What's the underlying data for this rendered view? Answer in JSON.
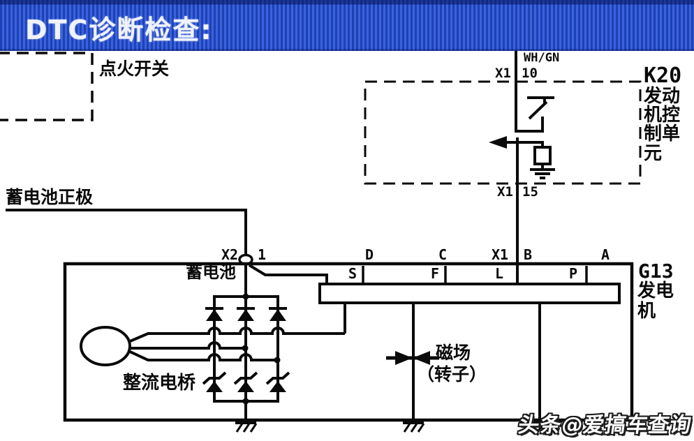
{
  "banner": {
    "title": "DTC诊断检查:",
    "stripe_dark": "#1e41b4",
    "stripe_light": "#3a63de",
    "text_color": "#eef2ff"
  },
  "labels": {
    "ignition": "点火开关",
    "battery_positive": "蓄电池正极",
    "battery": "蓄电池",
    "rectifier": "整流电桥",
    "field_line1": "磁场",
    "field_line2": "（转子）",
    "wire_color": "WH/GN"
  },
  "pins": {
    "top_x": "X1",
    "top_pin": "10",
    "bottom_x": "X1",
    "bottom_pin": "15",
    "battery_x": "X2",
    "battery_pin": "1"
  },
  "k20": {
    "code": "K20",
    "lines": [
      "发动",
      "机控",
      "制单",
      "元"
    ]
  },
  "g13": {
    "code": "G13",
    "lines": [
      "发电",
      "机"
    ]
  },
  "terminals": {
    "top": [
      "D",
      "C",
      "X1",
      "B",
      "A"
    ],
    "cells": [
      "S",
      "F",
      "L",
      "P"
    ]
  },
  "watermark": {
    "text": "头条@爱搞车查询"
  },
  "diagram_color": "#0a0a0a"
}
